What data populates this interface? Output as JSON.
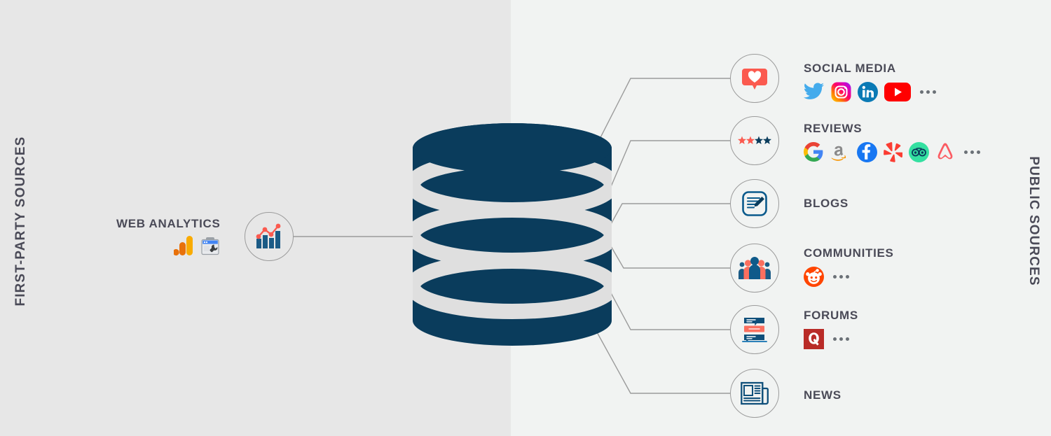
{
  "theme": {
    "bg_left": "#e7e7e7",
    "bg_right": "#f1f3f2",
    "navy": "#0a3c5c",
    "coral": "#fb5a4f",
    "text": "#4a4a57",
    "wire": "#9b9b9b"
  },
  "side_labels": {
    "left": "FIRST-PARTY SOURCES",
    "right": "PUBLIC SOURCES"
  },
  "center": {
    "node_name": "database-cylinder",
    "bands": 3
  },
  "first_party": [
    {
      "id": "web-analytics",
      "title": "WEB ANALYTICS",
      "node_icon": "bar-line-chart-icon",
      "brands": [
        "google-analytics-icon",
        "google-search-console-icon"
      ],
      "ellipsis": false
    }
  ],
  "public_sources": [
    {
      "id": "social",
      "title": "SOCIAL MEDIA",
      "node_icon": "heart-speech-bubble-icon",
      "brands": [
        "twitter-icon",
        "instagram-icon",
        "linkedin-icon",
        "youtube-icon"
      ],
      "ellipsis": true
    },
    {
      "id": "reviews",
      "title": "REVIEWS",
      "node_icon": "four-stars-icon",
      "brands": [
        "google-icon",
        "amazon-icon",
        "facebook-icon",
        "yelp-icon",
        "tripadvisor-icon",
        "airbnb-icon"
      ],
      "ellipsis": true
    },
    {
      "id": "blogs",
      "title": "BLOGS",
      "node_icon": "document-pencil-icon",
      "brands": [],
      "ellipsis": false
    },
    {
      "id": "communities",
      "title": "COMMUNITIES",
      "node_icon": "people-group-icon",
      "brands": [
        "reddit-icon"
      ],
      "ellipsis": true
    },
    {
      "id": "forums",
      "title": "FORUMS",
      "node_icon": "chat-stack-icon",
      "brands": [
        "quora-icon"
      ],
      "ellipsis": true
    },
    {
      "id": "news",
      "title": "NEWS",
      "node_icon": "newspaper-icon",
      "brands": [],
      "ellipsis": false
    }
  ]
}
